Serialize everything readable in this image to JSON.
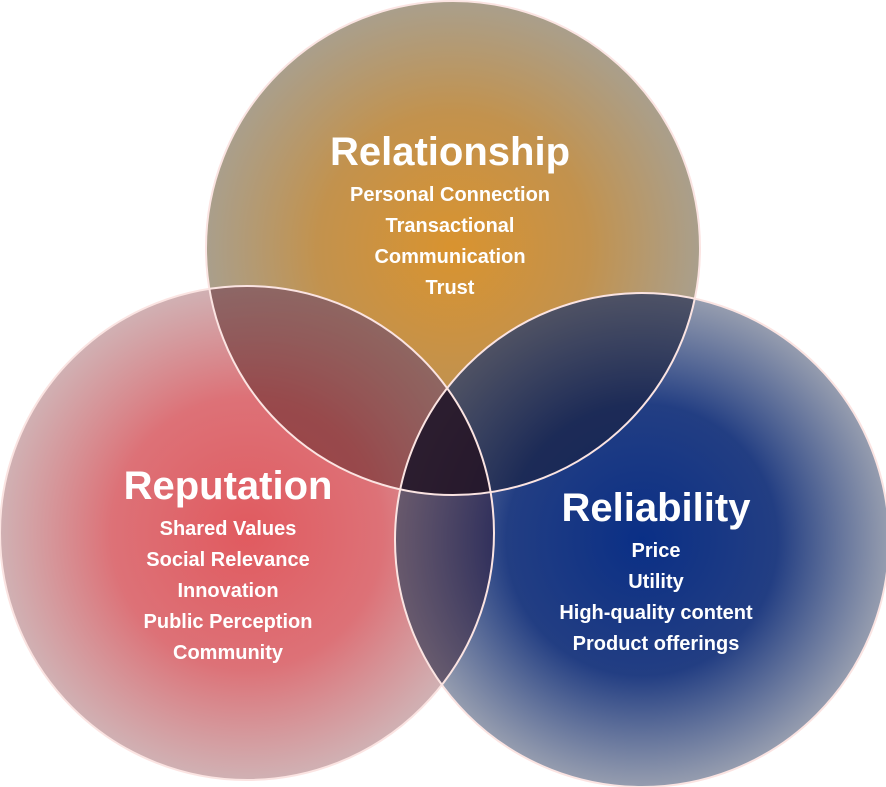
{
  "diagram": {
    "type": "venn-3",
    "circles": [
      {
        "key": "relationship",
        "title": "Relationship",
        "items": [
          "Personal Connection",
          "Transactional",
          "Communication",
          "Trust"
        ],
        "color_center": "#d9932f",
        "color_edge": "#a59a86"
      },
      {
        "key": "reputation",
        "title": "Reputation",
        "items": [
          "Shared Values",
          "Social Relevance",
          "Innovation",
          "Public Perception",
          "Community"
        ],
        "color_center": "#e15a5f",
        "color_edge": "#c8a3a6"
      },
      {
        "key": "reliability",
        "title": "Reliability",
        "items": [
          "Price",
          "Utility",
          "High-quality content",
          "Product offerings"
        ],
        "color_center": "#0a2f86",
        "color_edge": "#8a92a6"
      }
    ],
    "outline_color": "#fbe4e2",
    "text_color": "#ffffff"
  }
}
